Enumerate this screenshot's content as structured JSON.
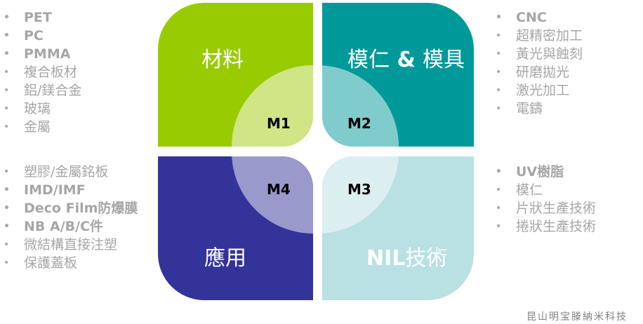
{
  "colors": {
    "m1": "#99cc00",
    "m1_inner": "#cfe586",
    "m2": "#009999",
    "m2_inner": "#80cccc",
    "m3": "#b9e0e3",
    "m3_inner": "#dbeff1",
    "m4": "#333399",
    "m4_inner": "#9999cc",
    "list_text": "#a6a6a6"
  },
  "quadrants": {
    "m1": {
      "label": "M1",
      "title": "材料"
    },
    "m2": {
      "label": "M2",
      "title_cjk1": "模仁",
      "title_amp": " & ",
      "title_cjk2": "模具"
    },
    "m3": {
      "label": "M3",
      "title_latin": "NIL",
      "title_cjk": "技術"
    },
    "m4": {
      "label": "M4",
      "title": "應用"
    }
  },
  "lists": {
    "m1": [
      "PET",
      "PC",
      "PMMA",
      "複合板材",
      "鋁/鎂合金",
      "玻璃",
      "金屬"
    ],
    "m2": [
      "CNC",
      "超精密加工",
      "黃光與蝕刻",
      "研磨拋光",
      "激光加工",
      "電鑄"
    ],
    "m3": [
      "UV樹脂",
      "模仁",
      "片狀生產技術",
      "捲狀生產技術"
    ],
    "m4": [
      "塑膠/金屬銘板",
      "IMD/IMF",
      "Deco Film防爆膜",
      "NB A/B/C件",
      "微結構直接注塑",
      "保護蓋板"
    ]
  },
  "footer": {
    "company": "昆山明宝滕納米科技"
  }
}
